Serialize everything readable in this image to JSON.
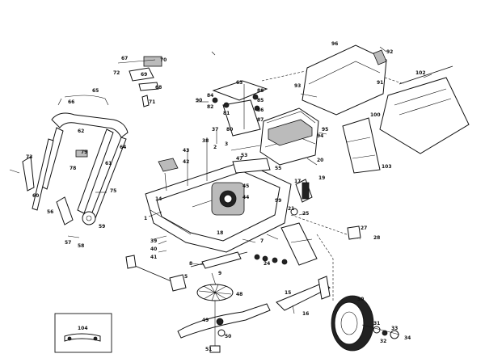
{
  "diagram": {
    "labels": {
      "n1": "1",
      "n2": "2",
      "n3": "3",
      "n5": "5",
      "n7": "7",
      "n8": "8",
      "n9": "9",
      "n14": "14",
      "n15": "15",
      "n16": "16",
      "n17": "17",
      "n18": "18",
      "n19": "19",
      "n20": "20",
      "n21": "21",
      "n24": "24",
      "n25": "25",
      "n27": "27",
      "n28": "28",
      "n30": "30",
      "n31": "31",
      "n32": "32",
      "n33": "33",
      "n34": "34",
      "n37": "37",
      "n38": "38",
      "n39": "39",
      "n40": "40",
      "n41": "41",
      "n42": "42",
      "n43": "43",
      "n44": "44",
      "n45": "45",
      "n47": "47",
      "n48": "48",
      "n49": "49",
      "n50": "50",
      "n51": "51",
      "n53": "53",
      "n55": "55",
      "n56": "56",
      "n57": "57",
      "n58": "58",
      "n59": "59",
      "n60": "60",
      "n61": "61",
      "n62": "62",
      "n63": "63",
      "n64": "64",
      "n65": "65",
      "n66": "66",
      "n67": "67",
      "n68": "68",
      "n69": "69",
      "n70": "70",
      "n71": "71",
      "n72": "72",
      "n73": "73",
      "n75": "75",
      "n78": "78",
      "n79": "79",
      "n80": "80",
      "n81": "81",
      "n82": "82",
      "n84": "84",
      "n85": "85",
      "n86": "86",
      "n87": "87",
      "n88": "88",
      "n90": "90",
      "n91": "91",
      "n92": "92",
      "n93": "93",
      "n94": "94",
      "n95": "95",
      "n96": "96",
      "n99": "99",
      "n100": "100",
      "n102": "102",
      "n103": "103",
      "n104": "104"
    }
  }
}
